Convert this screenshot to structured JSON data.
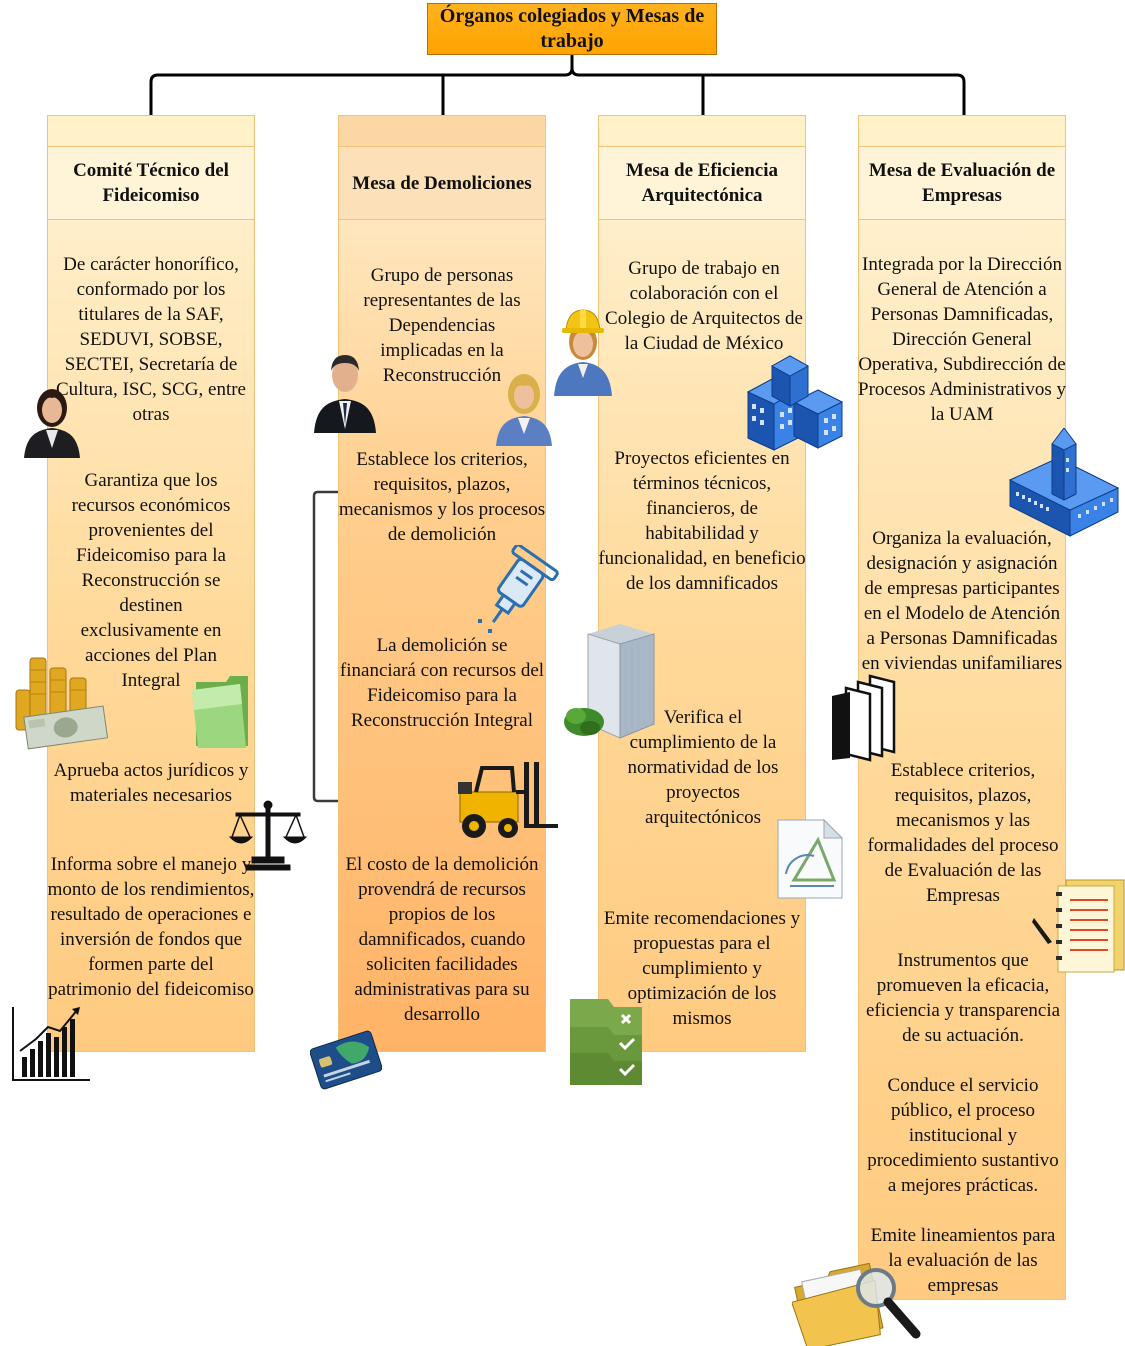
{
  "title": "Órganos colegiados y Mesas de trabajo",
  "columns": [
    {
      "header": "Comité Técnico del Fideicomiso",
      "items": [
        "De carácter honorífico, conformado por los titulares de la SAF, SEDUVI, SOBSE, SECTEI, Secretaría de Cultura, ISC, SCG, entre otras",
        "Garantiza que los recursos económicos provenientes del Fideicomiso para la Reconstrucción se destinen exclusivamente en acciones del Plan Integral",
        "Aprueba actos jurídicos y materiales necesarios",
        "Informa sobre el manejo y monto de los rendimientos, resultado de operaciones e inversión de fondos que formen parte del patrimonio del fideicomiso"
      ]
    },
    {
      "header": "Mesa de Demoliciones",
      "items": [
        "Grupo de personas representantes de las Dependencias implicadas en la Reconstrucción",
        "Establece los criterios, requisitos, plazos, mecanismos y los procesos de demolición",
        "La demolición se financiará con recursos del Fideicomiso para la Reconstrucción Integral",
        "El costo de la demolición provendrá de recursos propios de los damnificados, cuando soliciten facilidades administrativas para su desarrollo"
      ]
    },
    {
      "header": "Mesa de Eficiencia Arquitectónica",
      "items": [
        "Grupo de trabajo en colaboración con el Colegio de Arquitectos de la Ciudad de México",
        "Proyectos eficientes en términos técnicos, financieros, de habitabilidad y funcionalidad, en beneficio de los damnificados",
        "Verifica el cumplimiento de la normatividad de los proyectos arquitectónicos",
        "Emite recomendaciones y propuestas para el cumplimiento y optimización de los mismos"
      ]
    },
    {
      "header": "Mesa de Evaluación de Empresas",
      "items": [
        "Integrada por la Dirección General de Atención a Personas Damnificadas, Dirección General Operativa, Subdirección de Procesos Administrativos y la UAM",
        "Organiza la evaluación, designación y asignación de empresas participantes en el Modelo de Atención a Personas Damnificadas en viviendas unifamiliares",
        "Establece criterios, requisitos, plazos, mecanismos y las formalidades del proceso de Evaluación de las Empresas",
        "Instrumentos que promueven la eficacia, eficiencia y transparencia de su actuación.",
        "Conduce el servicio público, el proceso institucional y procedimiento sustantivo a mejores prácticas.",
        "Emite lineamientos para la evaluación de las empresas"
      ]
    }
  ],
  "colors": {
    "title_fill": "#ffa300",
    "column_light": "#ffd99a",
    "column_dark": "#ffb366",
    "connector": "#000000",
    "arrow": "#3a3a3a"
  },
  "icons": [
    "businesswoman-icon",
    "coins-money-icon",
    "folder-green-icon",
    "scales-icon",
    "bar-chart-icon",
    "businessman-icon",
    "businesswoman-icon",
    "jackhammer-icon",
    "forklift-icon",
    "credit-card-icon",
    "worker-icon",
    "blue-buildings-icon",
    "office-tower-icon",
    "blueprint-document-icon",
    "checklist-icon",
    "government-building-icon",
    "books-icon",
    "notebook-pen-icon",
    "folder-search-icon"
  ]
}
